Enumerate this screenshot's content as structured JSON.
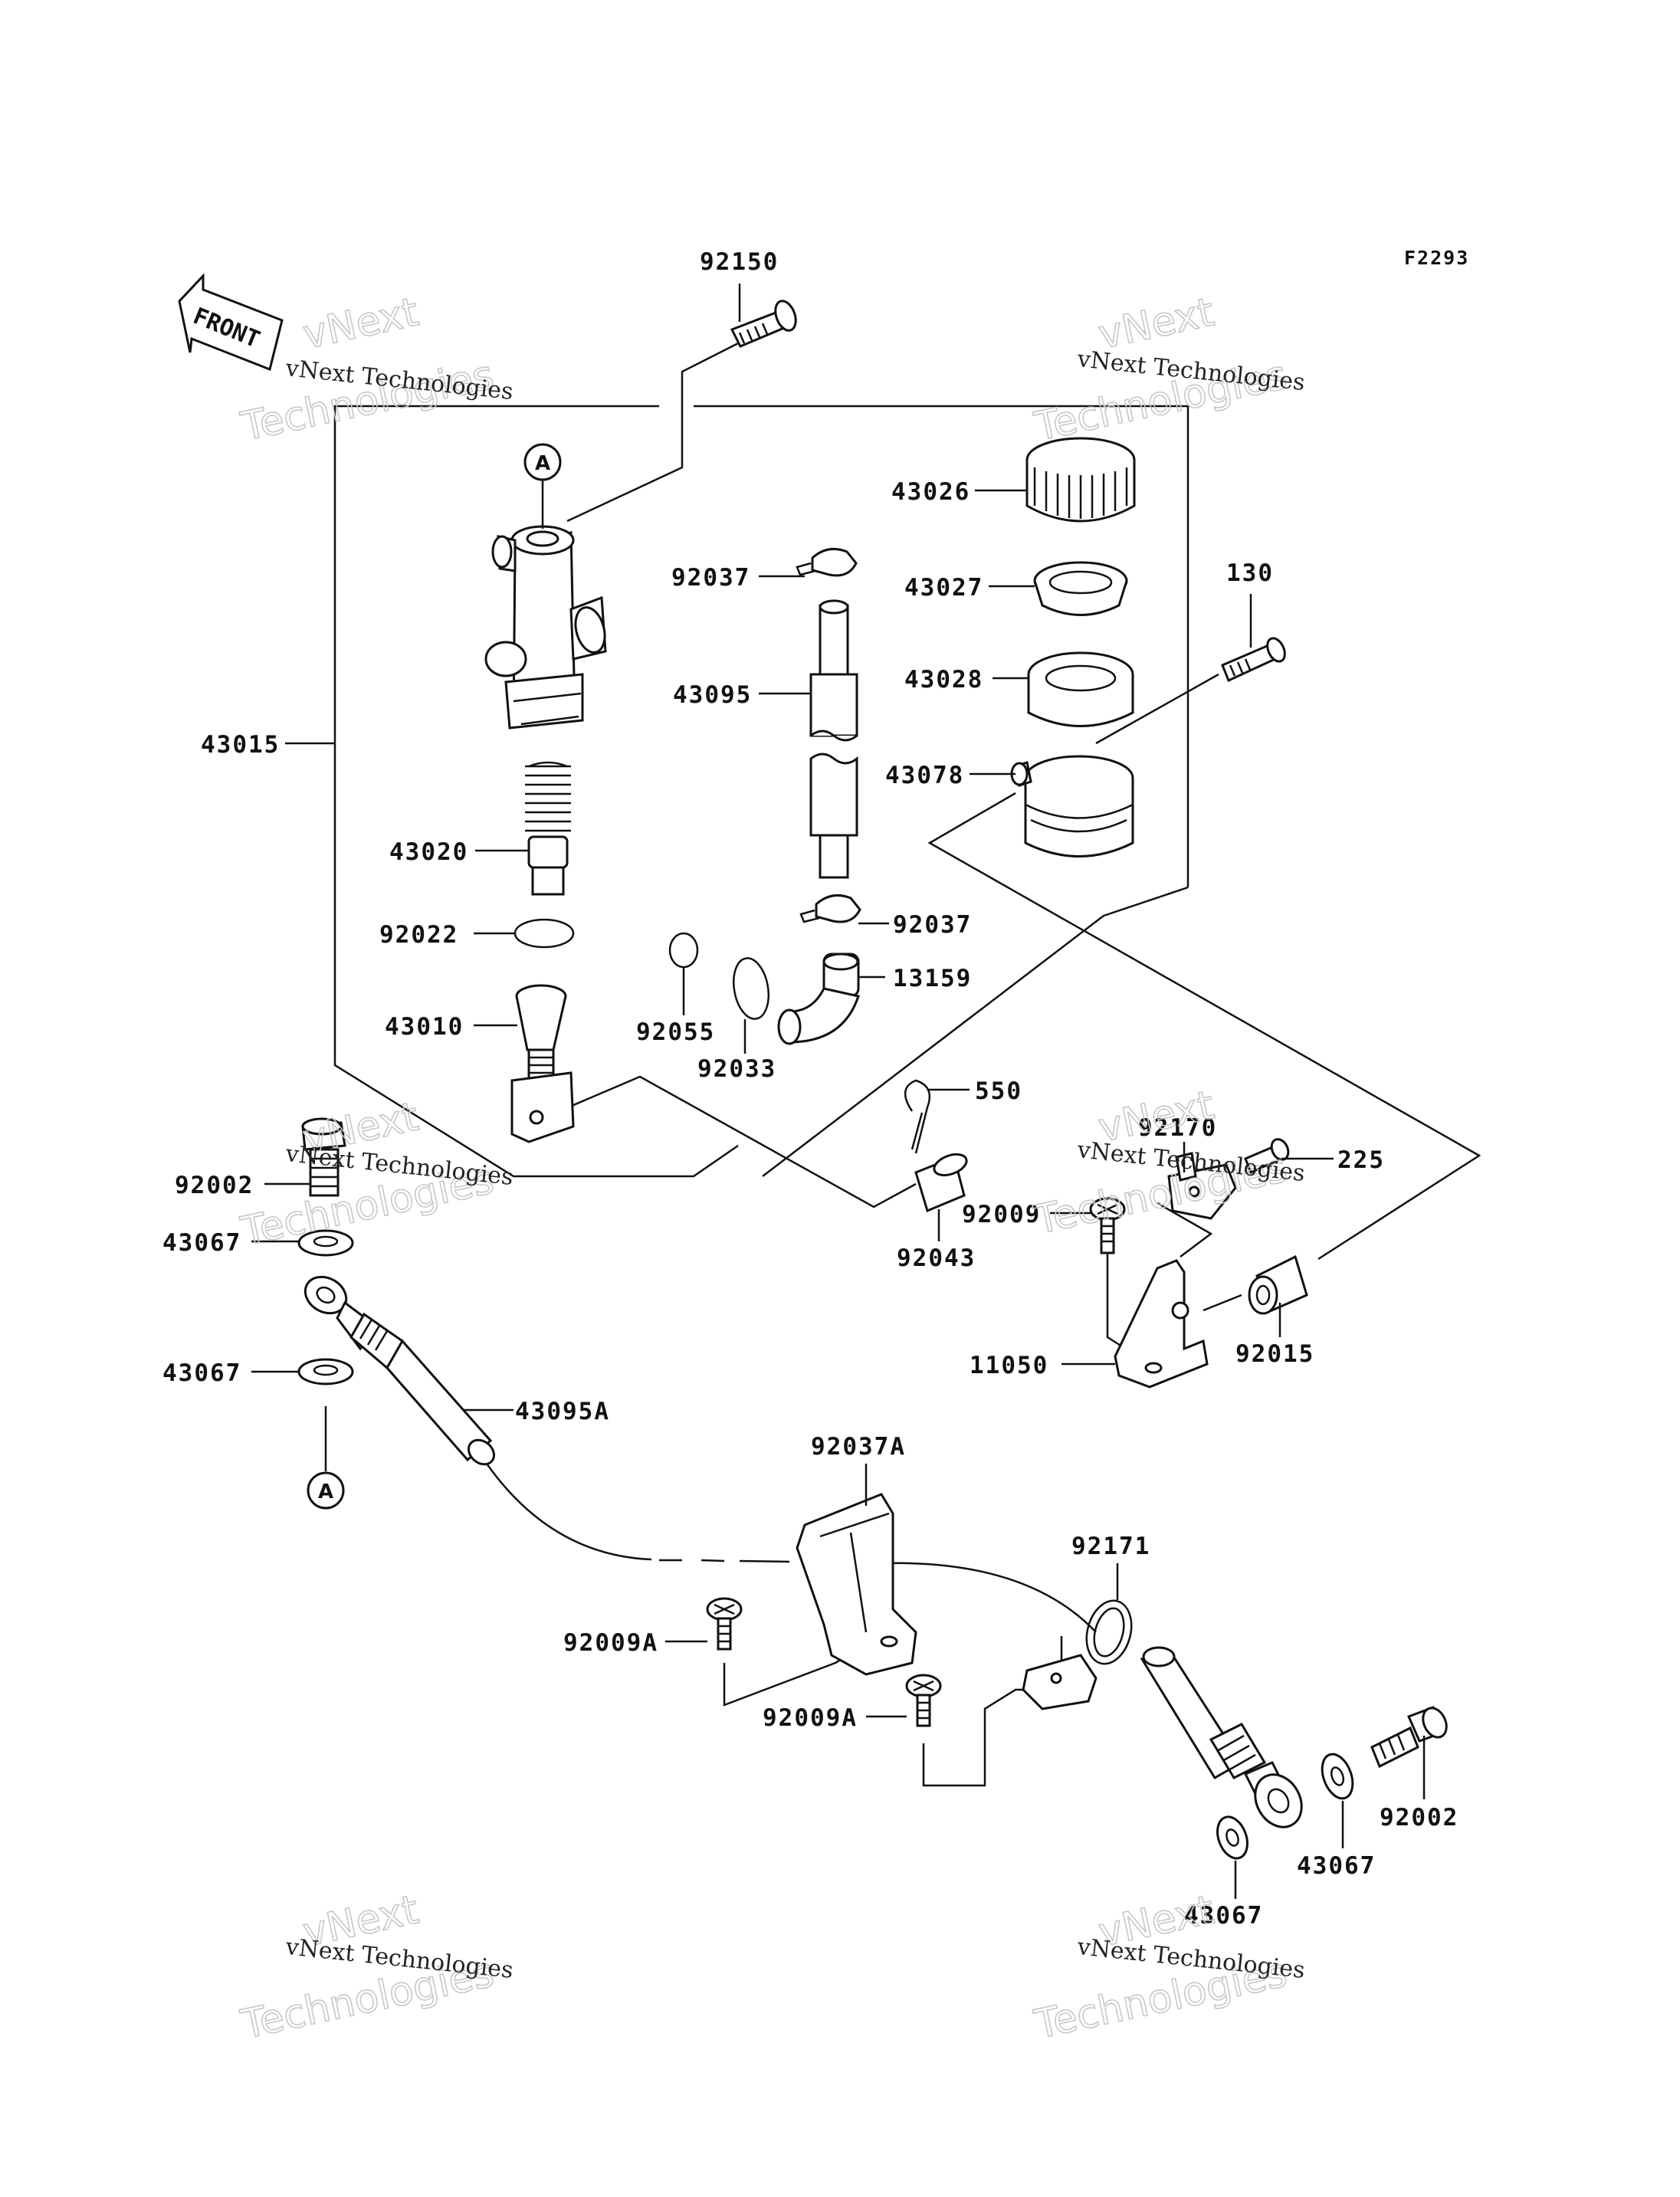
{
  "diagram_code": "F2293",
  "front_label": "FRONT",
  "ref_marker": "A",
  "watermark": {
    "line1": "vNext",
    "line2": "vNext Technologies",
    "line3": "Technologies"
  },
  "parts": {
    "p92150": "92150",
    "p43026": "43026",
    "p92037_top": "92037",
    "p43027": "43027",
    "p43095": "43095",
    "p43028": "43028",
    "p130": "130",
    "p43015": "43015",
    "p43078": "43078",
    "p43020": "43020",
    "p92022": "92022",
    "p92037_mid": "92037",
    "p13159": "13159",
    "p92055": "92055",
    "p43010": "43010",
    "p92033": "92033",
    "p550": "550",
    "p92170": "92170",
    "p225": "225",
    "p92002_left": "92002",
    "p92009": "92009",
    "p43067_a": "43067",
    "p92043": "92043",
    "p11050": "11050",
    "p92015": "92015",
    "p43067_b": "43067",
    "p43095A": "43095A",
    "p92037A": "92037A",
    "p92171": "92171",
    "p92009A_a": "92009A",
    "p92009A_b": "92009A",
    "p92002_right": "92002",
    "p43067_c": "43067",
    "p43067_d": "43067"
  },
  "colors": {
    "ink": "#111111",
    "watermark": "#c8c8c8",
    "background": "#ffffff"
  }
}
